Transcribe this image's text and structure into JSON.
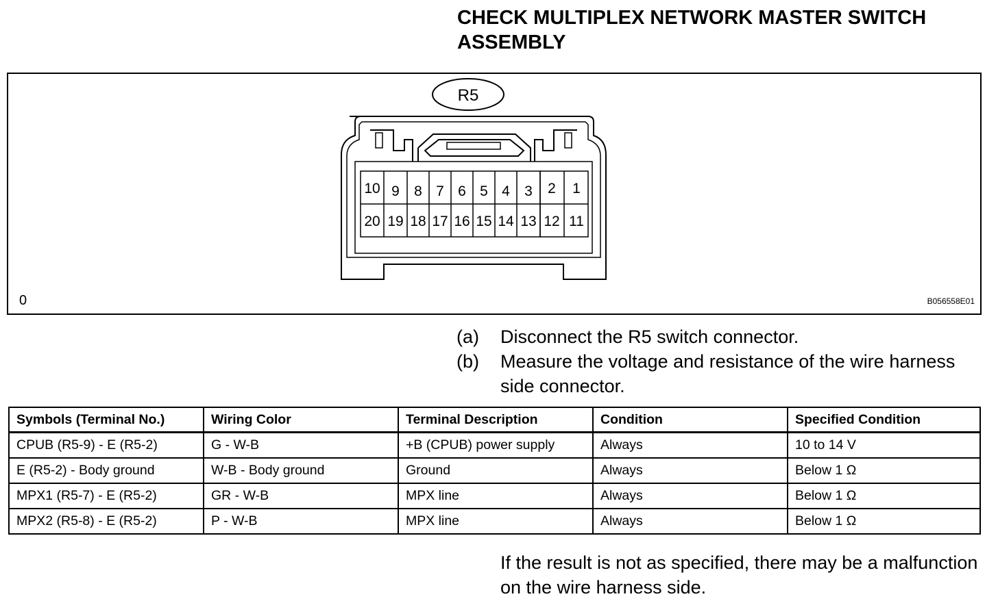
{
  "title": {
    "line1": "CHECK MULTIPLEX NETWORK MASTER SWITCH",
    "line2": "ASSEMBLY"
  },
  "figure": {
    "connector_label": "R5",
    "top_row_pins": [
      "10",
      "9",
      "8",
      "7",
      "6",
      "5",
      "4",
      "3",
      "2",
      "1"
    ],
    "bottom_row_pins": [
      "20",
      "19",
      "18",
      "17",
      "16",
      "15",
      "14",
      "13",
      "12",
      "11"
    ],
    "corner_mark": "0",
    "figure_code": "B056558E01"
  },
  "steps": [
    {
      "letter": "(a)",
      "text": "Disconnect the R5 switch connector."
    },
    {
      "letter": "(b)",
      "text": "Measure the voltage and resistance of the wire harness side connector."
    }
  ],
  "table": {
    "headers": [
      "Symbols (Terminal No.)",
      "Wiring Color",
      "Terminal Description",
      "Condition",
      "Specified Condition"
    ],
    "rows": [
      [
        "CPUB (R5-9) - E (R5-2)",
        "G - W-B",
        "+B (CPUB) power supply",
        "Always",
        "10 to 14 V"
      ],
      [
        "E (R5-2) - Body ground",
        "W-B - Body ground",
        "Ground",
        "Always",
        "Below 1 Ω"
      ],
      [
        "MPX1 (R5-7) - E (R5-2)",
        "GR - W-B",
        "MPX line",
        "Always",
        "Below 1 Ω"
      ],
      [
        "MPX2 (R5-8) - E (R5-2)",
        "P - W-B",
        "MPX line",
        "Always",
        "Below 1 Ω"
      ]
    ]
  },
  "note": "If the result is not as specified, there may be a malfunction on the wire harness side."
}
